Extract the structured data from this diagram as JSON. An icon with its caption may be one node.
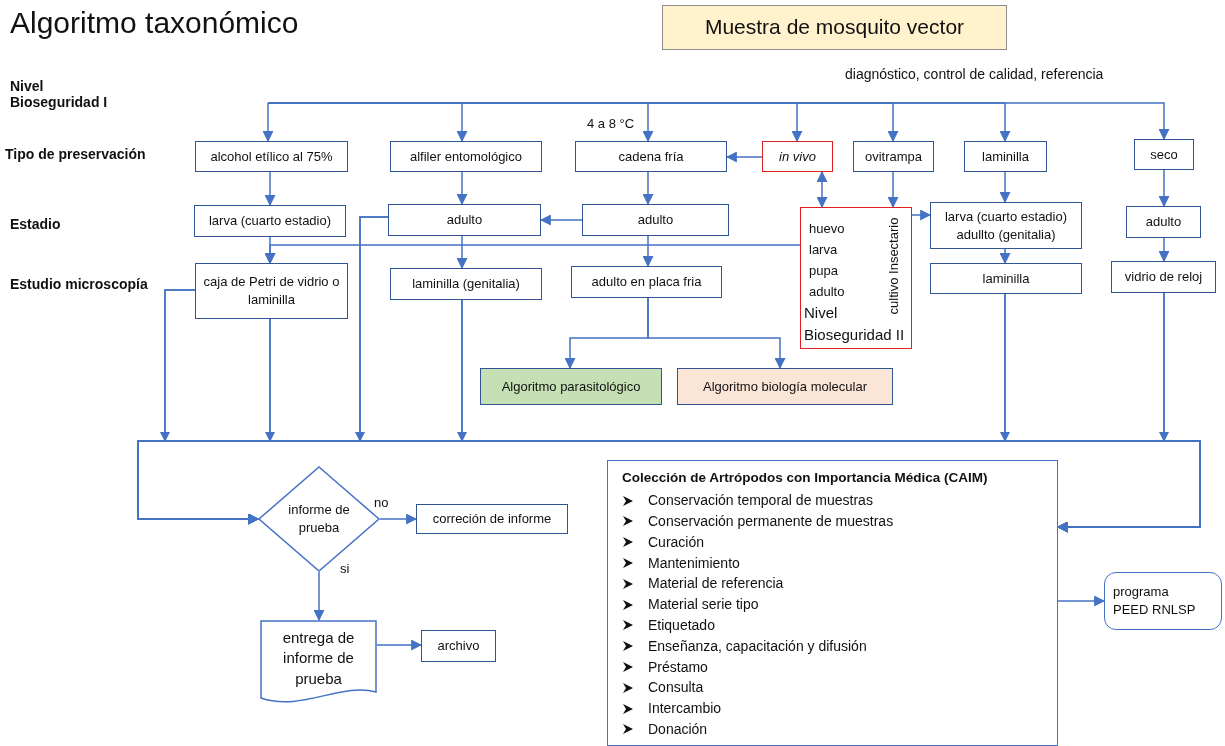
{
  "diagram": {
    "title": "Algoritmo taxonómico",
    "nodes": [
      {
        "text": [
          "Muestra de mosquito vector"
        ]
      },
      {
        "text": [
          "alcohol etílico al 75%"
        ]
      },
      {
        "text": [
          "alfiler entomológico"
        ]
      },
      {
        "text": [
          "cadena fría"
        ],
        "beside": [
          "4 a 8 °C"
        ]
      },
      {
        "text": [
          "in vivo"
        ]
      },
      {
        "text": [
          "ovitrampa"
        ]
      },
      {
        "text": [
          "laminilla"
        ]
      },
      {
        "text": [
          "seco"
        ]
      },
      {
        "text": [
          "larva (cuarto estadio)"
        ]
      },
      {
        "text": [
          "adulto"
        ]
      },
      {
        "text": [
          "adulto"
        ]
      },
      {
        "text": [
          "huevo larva pupa adulto",
          "cultivo Insectario",
          "Nivel Bioseguridad II"
        ]
      },
      {
        "text": [
          "larva (cuarto estadio) adullto (genitalia)"
        ]
      },
      {
        "text": [
          "adulto"
        ]
      },
      {
        "text": [
          "caja de Petri de vidrio o laminilla"
        ]
      },
      {
        "text": [
          "laminilla (genitalia)"
        ]
      },
      {
        "text": [
          "adulto en placa fria"
        ]
      },
      {
        "text": [
          "laminilla"
        ]
      },
      {
        "text": [
          "vidrio de reloj"
        ]
      },
      {
        "text": [
          "Algoritmo parasitológico"
        ]
      },
      {
        "text": [
          "Algoritmo biología molecular"
        ]
      },
      {
        "text": [
          "informe de prueba"
        ]
      },
      {
        "text": [
          "correción de informe"
        ]
      },
      {
        "text": [
          "entrega de informe de prueba"
        ]
      },
      {
        "text": [
          "archivo"
        ]
      },
      {
        "text": [
          "Colección de Artrópodos con Importancia Médica (CAIM)",
          "Conservación temporal de muestras",
          "Conservación permanente de muestras",
          "Curación",
          "Mantenimiento",
          "Material de referencia",
          "Material serie tipo",
          "Etiquetado",
          "Enseñanza, capacitación y difusión",
          "Préstamo",
          "Consulta",
          "Intercambio",
          "Donación"
        ]
      },
      {
        "text": [
          "programa PEED RNLSP"
        ]
      }
    ],
    "edges": [
      {
        "from": null,
        "to": 1,
        "arrow": "to"
      },
      {
        "from": null,
        "to": 2,
        "arrow": "to"
      },
      {
        "from": null,
        "to": 3,
        "arrow": "to"
      },
      {
        "from": null,
        "to": 4,
        "arrow": "to"
      },
      {
        "from": null,
        "to": 5,
        "arrow": "to"
      },
      {
        "from": null,
        "to": 6,
        "arrow": "to"
      },
      {
        "from": null,
        "to": 7,
        "arrow": "to"
      },
      {
        "from": 4,
        "to": 3,
        "arrow": "to"
      },
      {
        "from": 4,
        "to": 11,
        "arrow": "both"
      },
      {
        "from": 1,
        "to": 8,
        "arrow": "to"
      },
      {
        "from": 2,
        "to": 9,
        "arrow": "to"
      },
      {
        "from": 3,
        "to": 10,
        "arrow": "to"
      },
      {
        "from": 10,
        "to": 9,
        "arrow": "to"
      },
      {
        "from": 5,
        "to": 11,
        "arrow": "to"
      },
      {
        "from": 11,
        "to": 12,
        "arrow": "to"
      },
      {
        "from": 6,
        "to": 12,
        "arrow": "to"
      },
      {
        "from": 7,
        "to": 13,
        "arrow": "to"
      },
      {
        "from": 8,
        "to": 14,
        "arrow": "to"
      },
      {
        "from": 9,
        "to": 15,
        "arrow": "to"
      },
      {
        "from": 10,
        "to": 16,
        "arrow": "to"
      },
      {
        "from": 11,
        "to": 14,
        "arrow": "to"
      },
      {
        "from": 12,
        "to": 17,
        "arrow": "to"
      },
      {
        "from": 13,
        "to": 18,
        "arrow": "to"
      },
      {
        "from": 16,
        "to": 19,
        "arrow": "to"
      },
      {
        "from": 16,
        "to": 20,
        "arrow": "to"
      },
      {
        "from": 14,
        "to": 21,
        "arrow": "to"
      },
      {
        "from": 14,
        "to": 25,
        "arrow": "to"
      },
      {
        "from": 14,
        "to": 21,
        "arrow": "to"
      },
      {
        "from": 14,
        "to": 25,
        "arrow": "to"
      },
      {
        "from": 9,
        "to": 21,
        "arrow": "to"
      },
      {
        "from": 9,
        "to": 25,
        "arrow": "to"
      },
      {
        "from": 15,
        "to": 21,
        "arrow": "to"
      },
      {
        "from": 15,
        "to": 25,
        "arrow": "to"
      },
      {
        "from": 17,
        "to": 21,
        "arrow": "to"
      },
      {
        "from": 17,
        "to": 25,
        "arrow": "to"
      },
      {
        "from": 18,
        "to": 21,
        "arrow": "to"
      },
      {
        "from": 18,
        "to": 25,
        "arrow": "to"
      },
      {
        "from": 21,
        "to": 22,
        "arrow": "to",
        "label": "no"
      },
      {
        "from": 21,
        "to": 23,
        "arrow": "to",
        "label": "si"
      },
      {
        "from": 23,
        "to": 24,
        "arrow": "to"
      },
      {
        "from": 25,
        "to": 26,
        "arrow": "to"
      }
    ],
    "labels": [
      "Nivel Bioseguridad I",
      "diagnóstico, control de calidad, referencia",
      "Tipo de preservación",
      "Estadio",
      "Estudio microscopía"
    ]
  }
}
